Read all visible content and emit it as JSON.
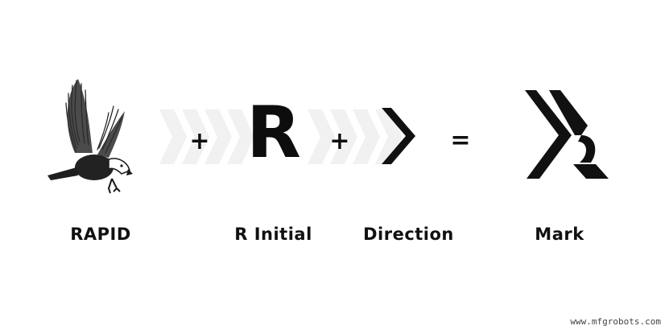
{
  "diagram": {
    "steps": [
      {
        "label": "RAPID",
        "icon": "eagle-icon"
      },
      {
        "label": "R Initial",
        "glyph": "R"
      },
      {
        "label": "Direction",
        "icon": "chevron-right-icon"
      },
      {
        "label": "Mark",
        "icon": "logo-mark-icon"
      }
    ],
    "operators": {
      "plus": "+",
      "equals": "="
    }
  },
  "colors": {
    "ink": "#111111",
    "chevron_band": "#f1f1f1",
    "background": "#ffffff"
  },
  "watermark": "www.mfgrobots.com"
}
